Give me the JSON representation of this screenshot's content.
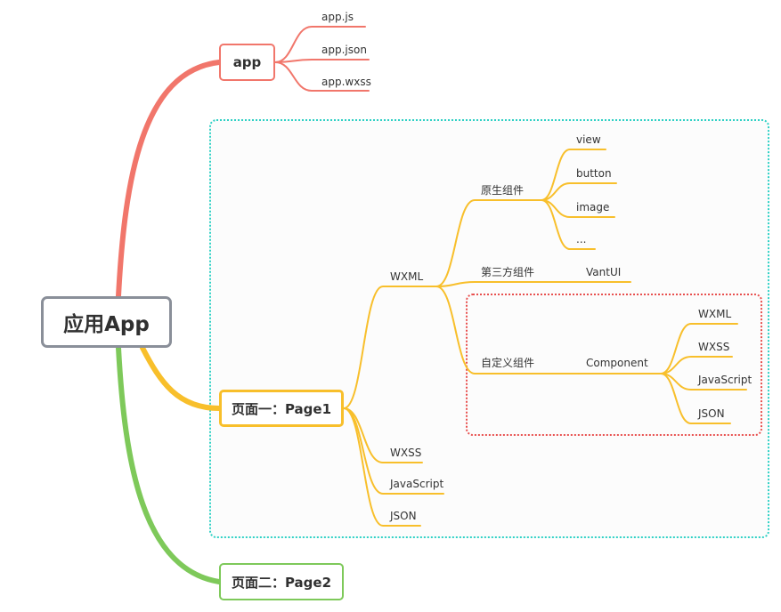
{
  "colors": {
    "app_branch": "#f1766b",
    "page1_branch": "#f8bf2b",
    "page2_branch": "#7ec95a",
    "root_border": "#8a8f99",
    "group_frame": "#2fd1c5",
    "custom_frame": "#e8504f"
  },
  "root": {
    "label": "应用App"
  },
  "app": {
    "label": "app",
    "files": [
      "app.js",
      "app.json",
      "app.wxss"
    ]
  },
  "page1": {
    "label": "页面一：Page1",
    "wxml": {
      "label": "WXML",
      "native": {
        "label": "原生组件",
        "items": [
          "view",
          "button",
          "image",
          "..."
        ]
      },
      "third_party": {
        "label": "第三方组件",
        "item": "VantUI"
      },
      "custom": {
        "label": "自定义组件",
        "component": "Component",
        "items": [
          "WXML",
          "WXSS",
          "JavaScript",
          "JSON"
        ]
      }
    },
    "wxss": "WXSS",
    "javascript": "JavaScript",
    "json": "JSON"
  },
  "page2": {
    "label": "页面二：Page2"
  }
}
